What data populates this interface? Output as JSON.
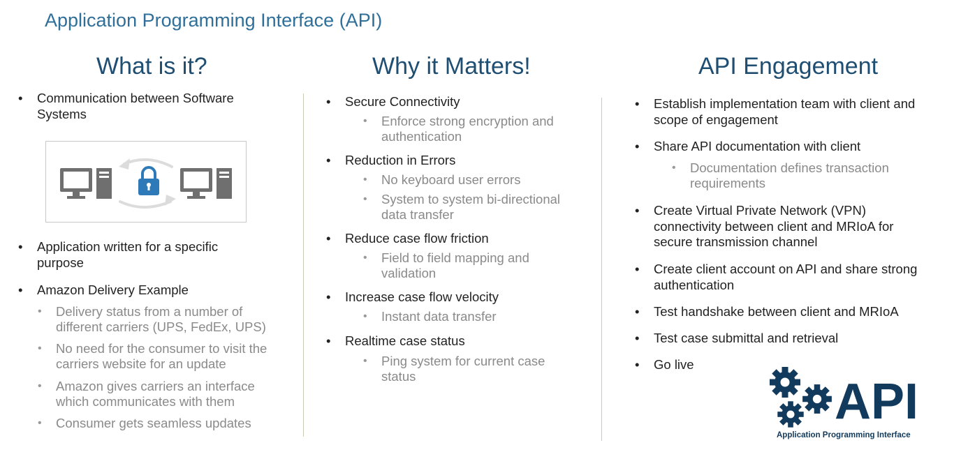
{
  "title": "Application Programming Interface (API)",
  "columns": [
    {
      "heading": "What is it?",
      "items": [
        {
          "text": "Communication between Software Systems"
        },
        {
          "text": "Application written for a specific purpose"
        },
        {
          "text": "Amazon Delivery Example",
          "sub": [
            "Delivery status  from a number of different carriers (UPS, FedEx, UPS)",
            "No need for the consumer to visit the carriers website for an update",
            "Amazon gives carriers an interface which communicates with them",
            "Consumer gets seamless updates"
          ]
        }
      ]
    },
    {
      "heading": "Why it Matters!",
      "items": [
        {
          "text": "Secure Connectivity",
          "sub": [
            "Enforce strong encryption and authentication"
          ]
        },
        {
          "text": "Reduction in Errors",
          "sub": [
            "No keyboard user errors",
            "System to system bi-directional data transfer"
          ]
        },
        {
          "text": "Reduce case flow friction",
          "sub": [
            "Field to field mapping and validation"
          ]
        },
        {
          "text": "Increase case flow velocity",
          "sub": [
            "Instant data transfer"
          ]
        },
        {
          "text": "Realtime case status",
          "sub": [
            "Ping system for current case status"
          ]
        }
      ]
    },
    {
      "heading": "API Engagement",
      "items": [
        {
          "text": "Establish implementation team with client and scope of engagement"
        },
        {
          "text": "Share API documentation with client",
          "sub": [
            "Documentation defines transaction requirements"
          ]
        },
        {
          "text": "Create Virtual Private Network (VPN) connectivity between client and MRIoA for secure transmission channel"
        },
        {
          "text": "Create client account on API and share strong authentication"
        },
        {
          "text": "Test handshake between client and MRIoA"
        },
        {
          "text": "Test case submittal and retrieval"
        },
        {
          "text": "Go live"
        }
      ]
    }
  ],
  "logo": {
    "wordmark": "API",
    "caption": "Application Programming Interface"
  },
  "colors": {
    "title": "#2f6f99",
    "heading": "#1f4e73",
    "logo_navy": "#123a5c",
    "lock_blue": "#2e7ab8",
    "monitor_gray": "#6f6f6f"
  },
  "icons": [
    "monitor-icon",
    "tower-icon",
    "lock-icon",
    "sync-arrows-icon",
    "gear-icon"
  ]
}
